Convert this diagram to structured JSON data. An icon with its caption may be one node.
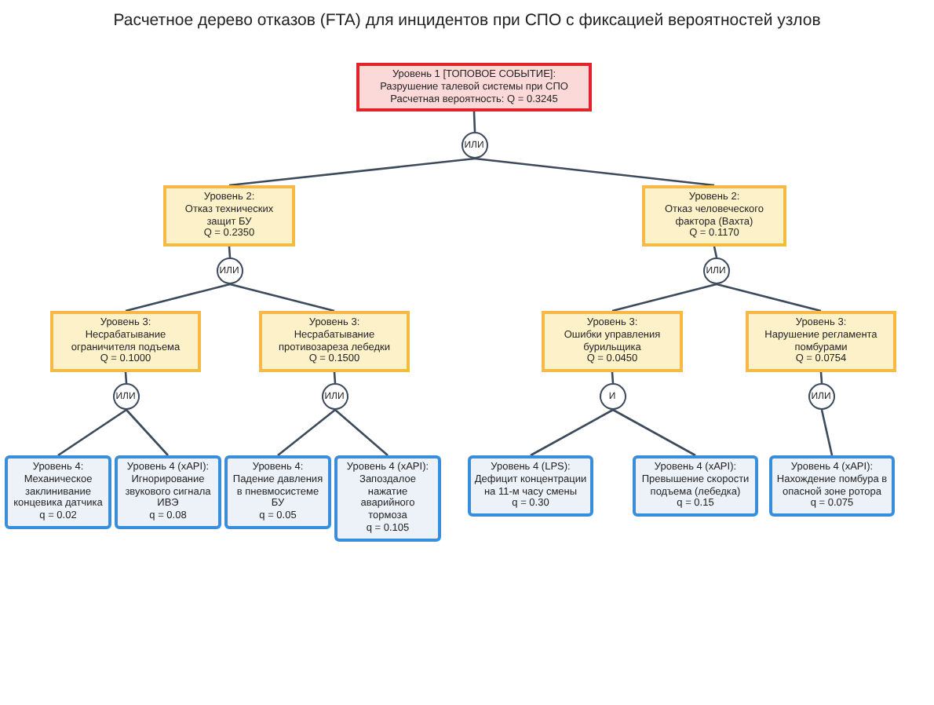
{
  "diagram": {
    "title": "Расчетное дерево отказов (FTA) для инцидентов при СПО с фиксацией вероятностей узлов",
    "nodes": [
      {
        "text": [
          "Уровень 1 [ТОПОВОЕ СОБЫТИЕ]:",
          "Разрушение талевой системы при СПО",
          "Расчетная вероятность: Q = 0.3245"
        ]
      },
      {
        "text": [
          "ИЛИ"
        ]
      },
      {
        "text": [
          "Уровень 2:",
          "Отказ технических защит БУ",
          "Q = 0.2350"
        ]
      },
      {
        "text": [
          "Уровень 2:",
          "Отказ человеческого фактора (Вахта)",
          "Q = 0.1170"
        ]
      },
      {
        "text": [
          "ИЛИ"
        ]
      },
      {
        "text": [
          "ИЛИ"
        ]
      },
      {
        "text": [
          "Уровень 3:",
          "Несрабатывание ограничителя подъема",
          "Q = 0.1000"
        ]
      },
      {
        "text": [
          "Уровень 3:",
          "Несрабатывание противозареза лебедки",
          "Q = 0.1500"
        ]
      },
      {
        "text": [
          "Уровень 3:",
          "Ошибки управления бурильщика",
          "Q = 0.0450"
        ]
      },
      {
        "text": [
          "Уровень 3:",
          "Нарушение регламента помбурами",
          "Q = 0.0754"
        ]
      },
      {
        "text": [
          "ИЛИ"
        ]
      },
      {
        "text": [
          "ИЛИ"
        ]
      },
      {
        "text": [
          "И"
        ]
      },
      {
        "text": [
          "ИЛИ"
        ]
      },
      {
        "text": [
          "Уровень 4:",
          "Механическое заклинивание концевика датчика",
          "q = 0.02"
        ]
      },
      {
        "text": [
          "Уровень 4 (xAPI):",
          "Игнорирование звукового сигнала ИВЭ",
          "q = 0.08"
        ]
      },
      {
        "text": [
          "Уровень 4:",
          "Падение давления в пневмосистеме БУ",
          "q = 0.05"
        ]
      },
      {
        "text": [
          "Уровень 4 (xAPI):",
          "Запоздалое нажатие аварийного тормоза",
          "q = 0.105"
        ]
      },
      {
        "text": [
          "Уровень 4 (LPS):",
          "Дефицит концентрации на 11-м часу смены",
          "q = 0.30"
        ]
      },
      {
        "text": [
          "Уровень 4 (xAPI):",
          "Превышение скорости подъема (лебедка)",
          "q = 0.15"
        ]
      },
      {
        "text": [
          "Уровень 4 (xAPI):",
          "Нахождение помбура в опасной зоне ротора",
          "q = 0.075"
        ]
      }
    ],
    "edges": [
      {
        "from": 0,
        "to": 1,
        "arrow": "none"
      },
      {
        "from": 1,
        "to": 2,
        "arrow": "none"
      },
      {
        "from": 1,
        "to": 3,
        "arrow": "none"
      },
      {
        "from": 2,
        "to": 4,
        "arrow": "none"
      },
      {
        "from": 3,
        "to": 5,
        "arrow": "none"
      },
      {
        "from": 4,
        "to": 6,
        "arrow": "none"
      },
      {
        "from": 4,
        "to": 7,
        "arrow": "none"
      },
      {
        "from": 5,
        "to": 8,
        "arrow": "none"
      },
      {
        "from": 5,
        "to": 9,
        "arrow": "none"
      },
      {
        "from": 6,
        "to": 10,
        "arrow": "none"
      },
      {
        "from": 7,
        "to": 11,
        "arrow": "none"
      },
      {
        "from": 8,
        "to": 12,
        "arrow": "none"
      },
      {
        "from": 9,
        "to": 13,
        "arrow": "none"
      },
      {
        "from": 10,
        "to": 14,
        "arrow": "none"
      },
      {
        "from": 10,
        "to": 15,
        "arrow": "none"
      },
      {
        "from": 11,
        "to": 16,
        "arrow": "none"
      },
      {
        "from": 11,
        "to": 17,
        "arrow": "none"
      },
      {
        "from": 12,
        "to": 18,
        "arrow": "none"
      },
      {
        "from": 12,
        "to": 19,
        "arrow": "none"
      },
      {
        "from": 13,
        "to": 20,
        "arrow": "none"
      }
    ]
  }
}
